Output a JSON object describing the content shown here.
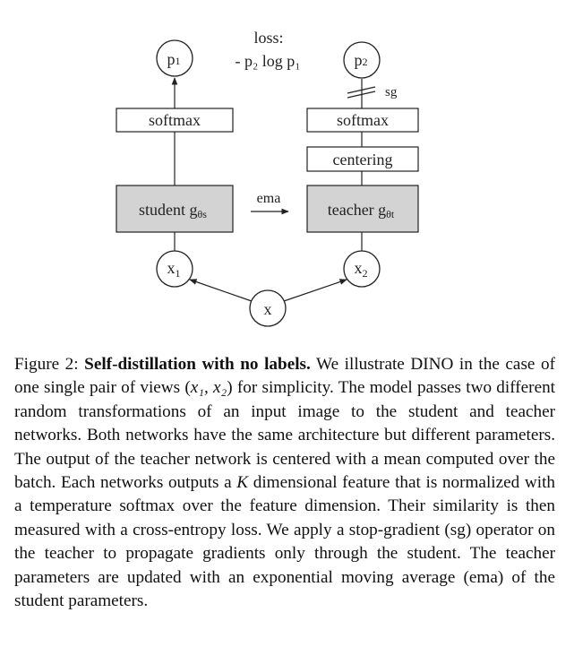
{
  "diagram": {
    "loss_label": "loss:",
    "loss_formula": "- p₂ log p₁",
    "student": {
      "output": "p",
      "output_sub": "1",
      "softmax": "softmax",
      "network": "student g",
      "param_sub": "θs",
      "input": "x",
      "input_sub": "1"
    },
    "teacher": {
      "output": "p",
      "output_sub": "2",
      "stop_grad": "sg",
      "softmax": "softmax",
      "centering": "centering",
      "network": "teacher g",
      "param_sub": "θt",
      "input": "x",
      "input_sub": "2"
    },
    "ema_label": "ema",
    "source_input": "x"
  },
  "caption": {
    "prefix": "Figure 2: ",
    "title": "Self-distillation with no labels.",
    "text_a": " We illustrate DINO in the case of one single pair of views (",
    "view_math": "x₁, x₂",
    "text_b": ") for simplicity. The model passes two different random transformations of an input image to the student and teacher networks. Both networks have the same architecture but different parameters. The output of the teacher network is centered with a mean computed over the batch. Each networks outputs a ",
    "k_math": "K",
    "text_c": " dimensional feature that is normalized with a temperature softmax over the feature dimension.  Their similarity is then measured with a cross-entropy loss. We apply a stop-gradient (sg) operator on the teacher to propagate gradients only through the student. The teacher parameters are updated with an exponential moving average (ema) of the student parameters."
  },
  "colors": {
    "network_box_fill": "#d3d3d3",
    "stroke": "#222222"
  }
}
